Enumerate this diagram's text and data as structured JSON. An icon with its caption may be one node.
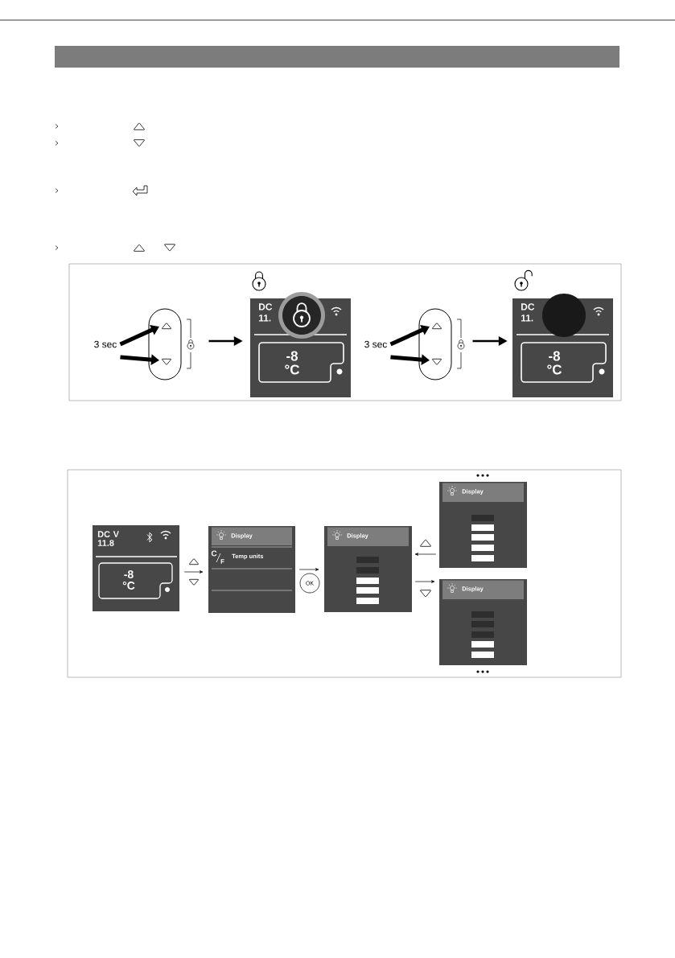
{
  "diagram": {
    "nodes": [
      {
        "text": [],
        "shape": "box"
      },
      {
        "text": [
          "DC",
          "11.",
          "-8 °C"
        ]
      },
      {
        "text": [],
        "shape": "box"
      },
      {
        "text": [
          "DC",
          "11.",
          "-8 °C"
        ]
      },
      {
        "text": [
          "DC V 11.8",
          "-8 °C"
        ]
      },
      {
        "text": [
          "Display",
          "C",
          "F",
          "Temp units"
        ]
      },
      {
        "text": [
          "OK"
        ]
      },
      {
        "text": [
          "Display"
        ]
      },
      {
        "text": [
          "Display"
        ]
      },
      {
        "text": [
          "Display"
        ]
      },
      {
        "text": [
          "3 sec"
        ]
      },
      {
        "text": [
          "3 sec"
        ]
      }
    ],
    "edges": [
      {
        "from": 0,
        "to": 1,
        "arrow": "to"
      },
      {
        "from": 2,
        "to": 3,
        "arrow": "to"
      },
      {
        "from": 4,
        "to": 5,
        "arrow": "to"
      },
      {
        "from": 5,
        "to": 7,
        "arrow": "to"
      },
      {
        "from": 8,
        "to": 7,
        "arrow": "to"
      },
      {
        "from": 7,
        "to": 9,
        "arrow": "to"
      },
      {
        "from": 10,
        "to": 0,
        "arrow": "to",
        "style": "thick"
      },
      {
        "from": 10,
        "to": 0,
        "arrow": "to",
        "style": "thick"
      },
      {
        "from": 11,
        "to": 2,
        "arrow": "to",
        "style": "thick"
      },
      {
        "from": 11,
        "to": 2,
        "arrow": "to",
        "style": "thick"
      }
    ]
  }
}
